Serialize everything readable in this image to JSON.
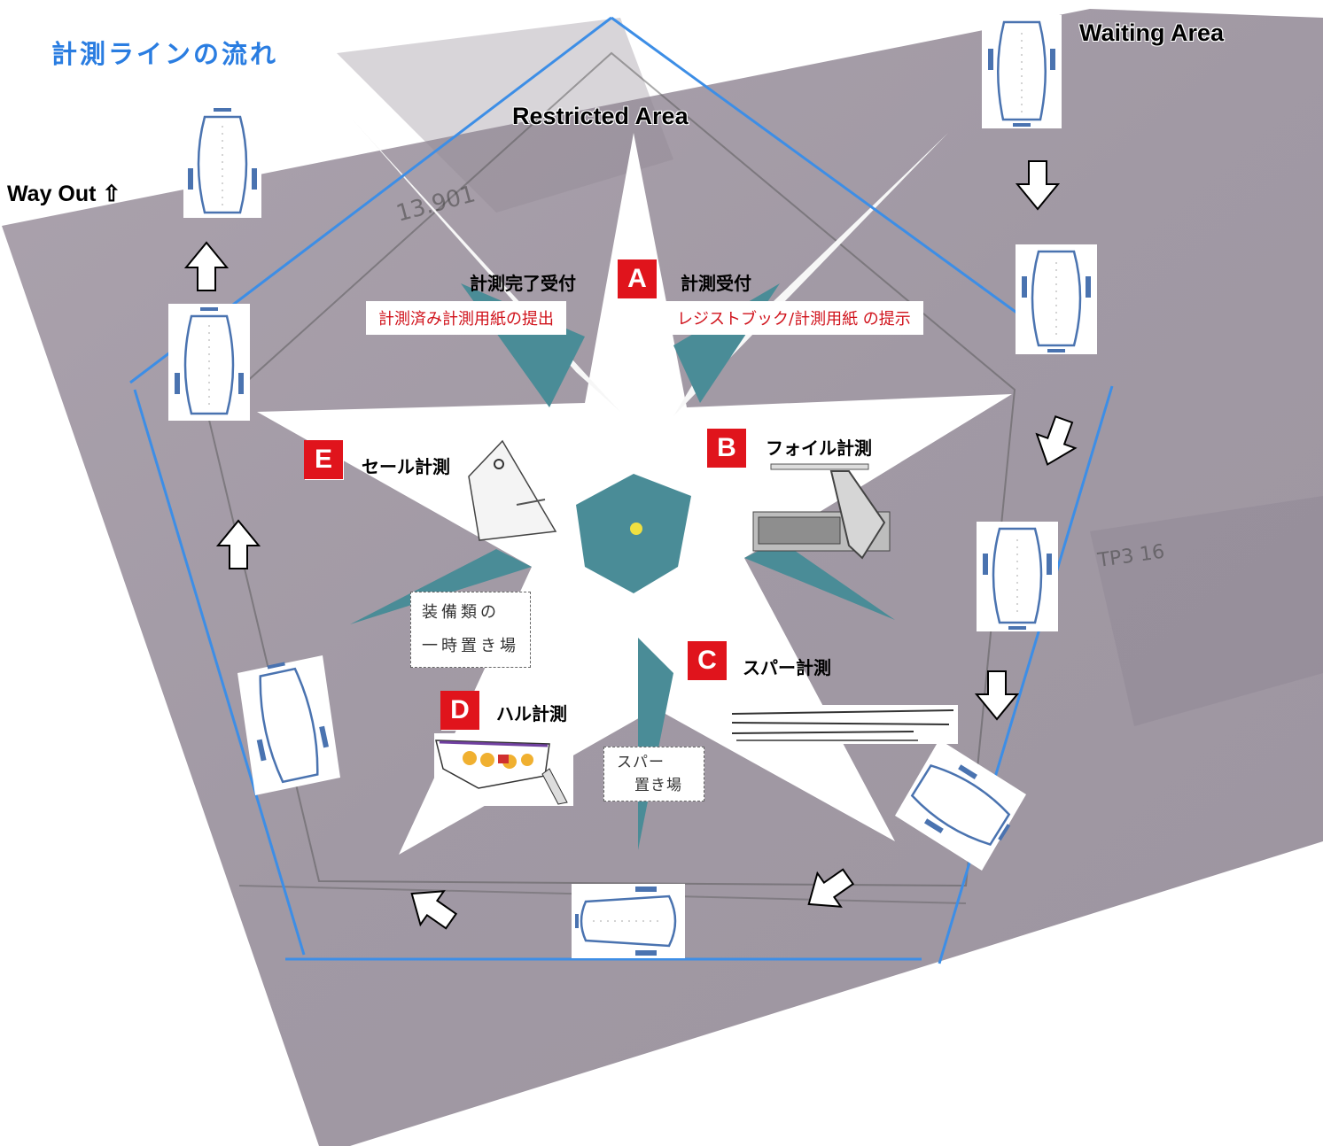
{
  "title": "計測ラインの流れ",
  "areas": {
    "waiting": "Waiting Area",
    "restricted": "Restricted Area",
    "way_out": "Way Out ⇧"
  },
  "stations": {
    "A": {
      "badge": "A",
      "label_left": "計測完了受付",
      "label_right": "計測受付",
      "sub_left": "計測済み計測用紙の提出",
      "sub_right": "レジストブック/計測用紙 の提示"
    },
    "B": {
      "badge": "B",
      "label": "フォイル計測"
    },
    "C": {
      "badge": "C",
      "label": "スパー計測"
    },
    "D": {
      "badge": "D",
      "label": "ハル計測"
    },
    "E": {
      "badge": "E",
      "label": "セール計測"
    }
  },
  "notes": {
    "equipment_line1": "装備類の",
    "equipment_line2": "一時置き場",
    "spar_line1": "スパー",
    "spar_line2": "置き場"
  },
  "colors": {
    "boundary": "#3d8ee6",
    "badge": "#e0141c",
    "title": "#2a7de1",
    "compass_teal": "#4a8c97",
    "floor": "#a49ba6",
    "boat": "#4a73b0"
  }
}
